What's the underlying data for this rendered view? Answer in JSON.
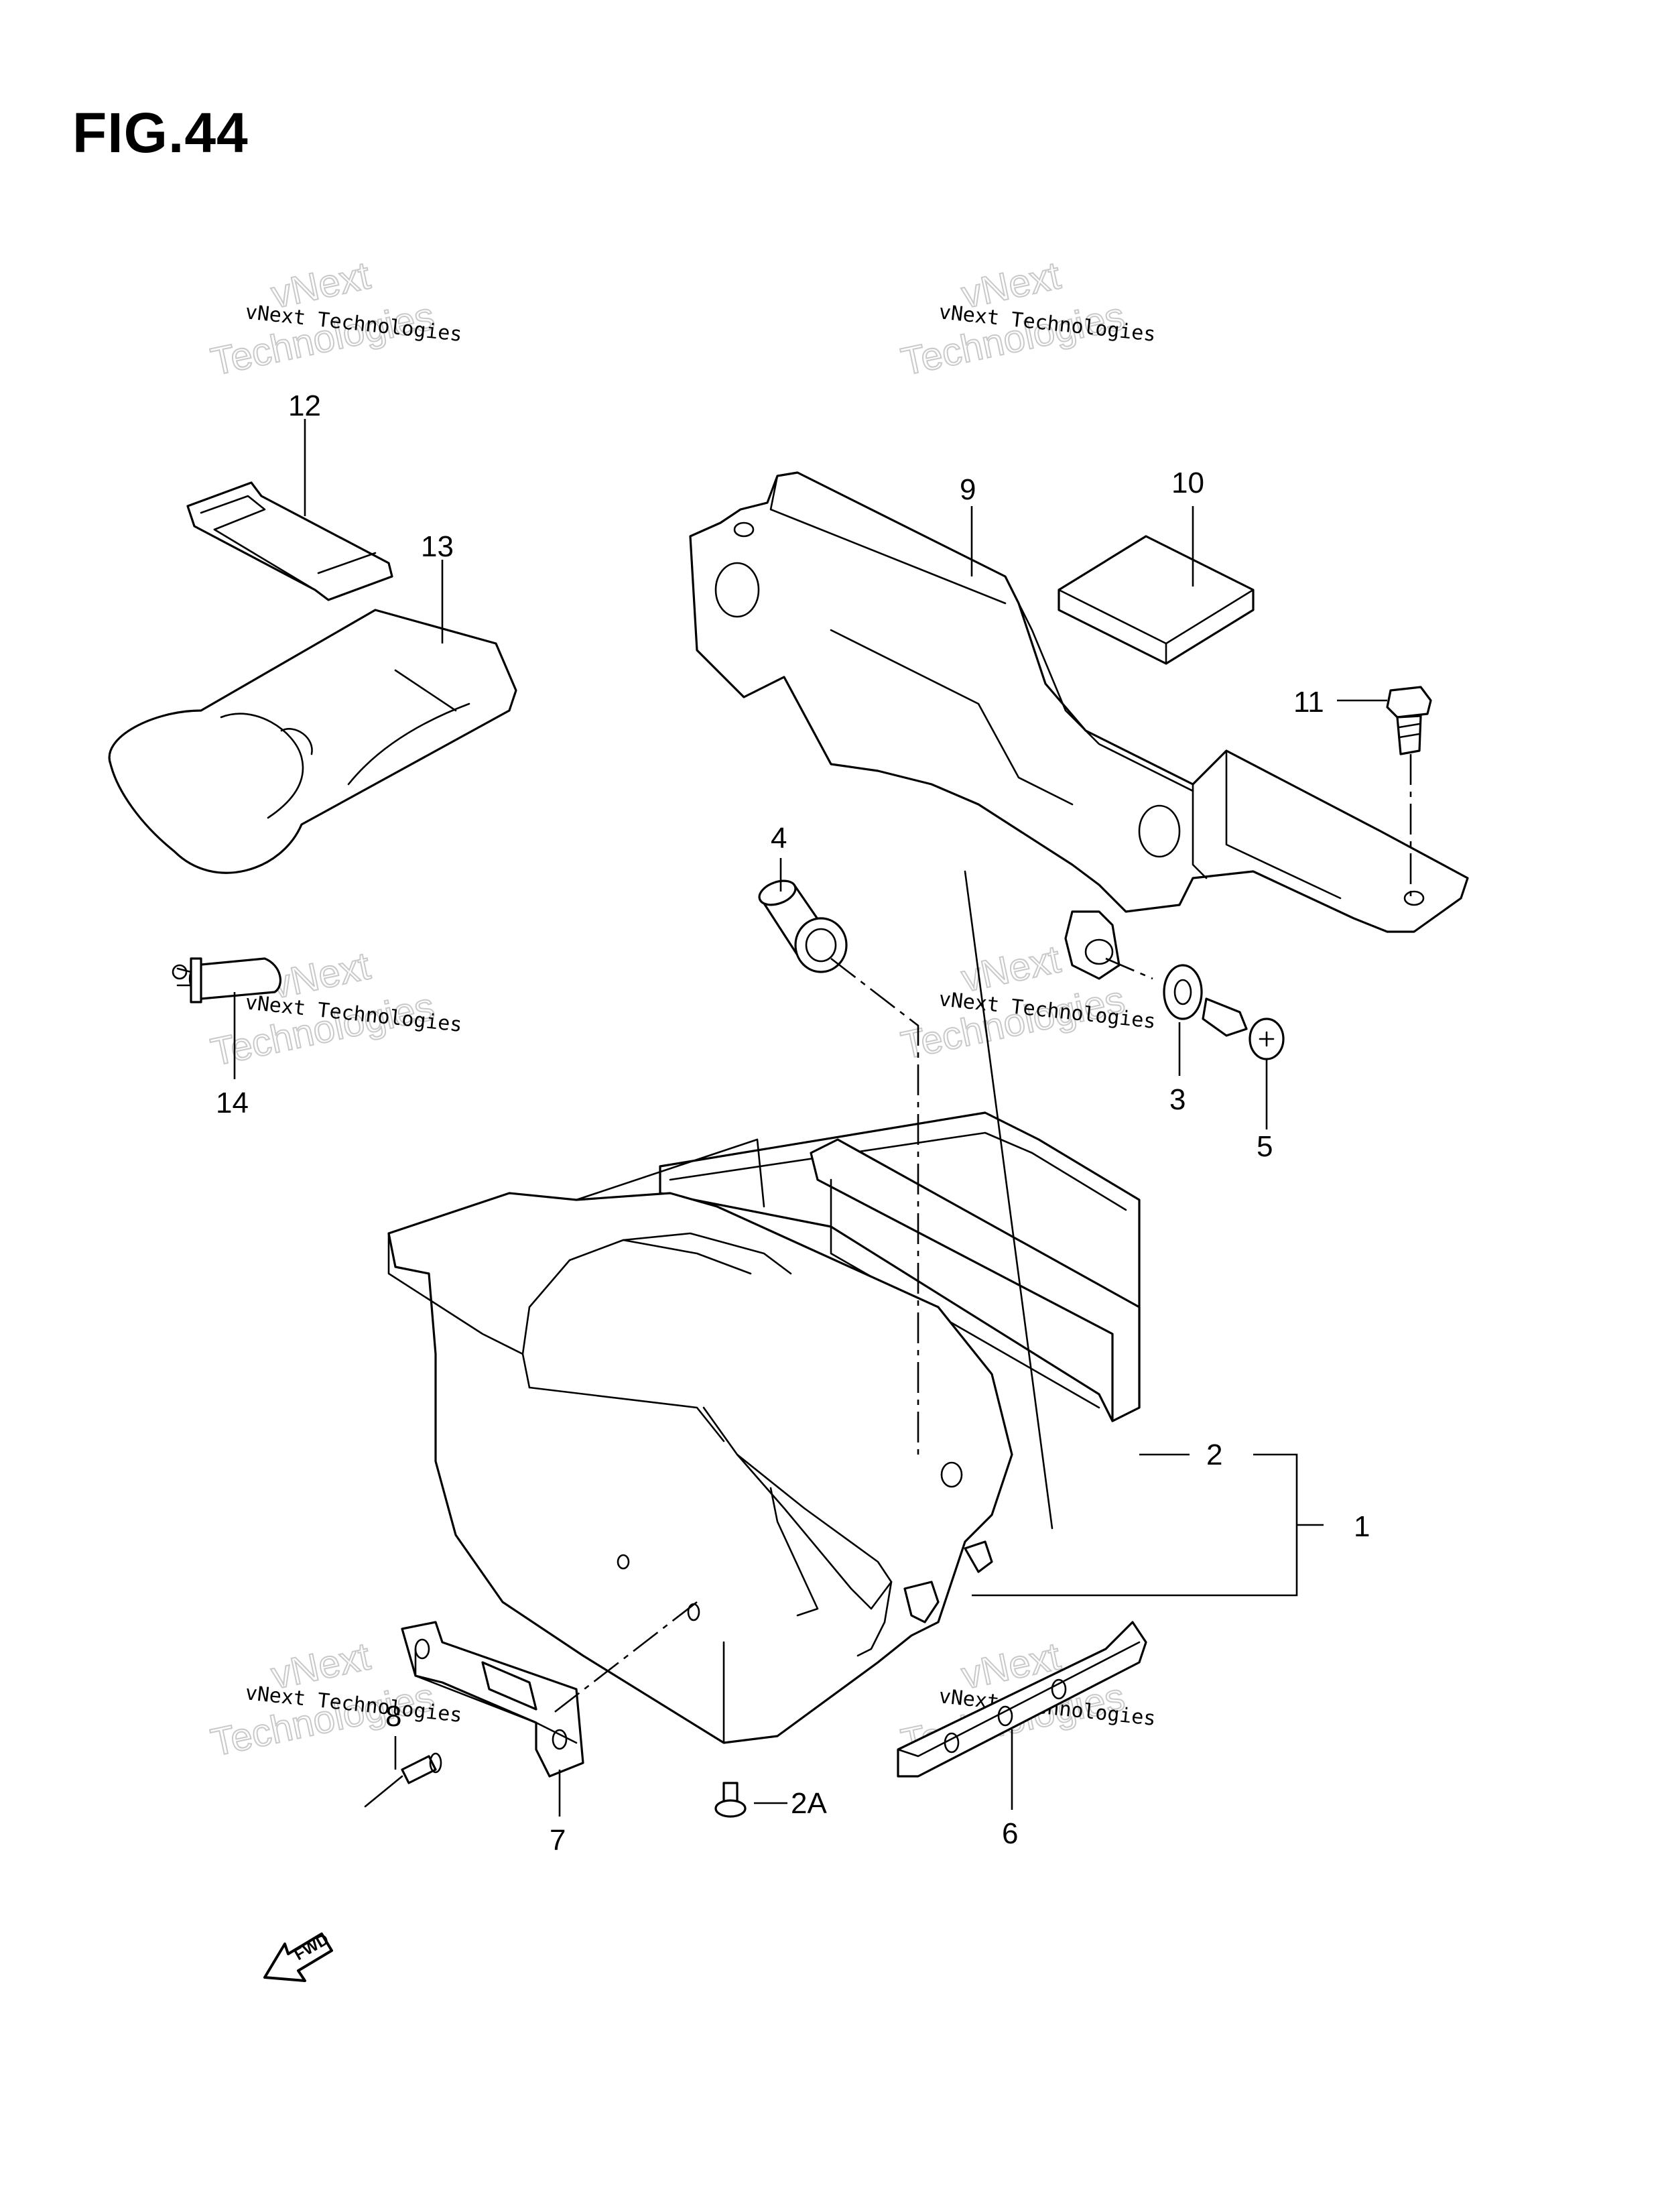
{
  "figure": {
    "title": "FIG.44"
  },
  "callouts": {
    "c1": "1",
    "c2": "2",
    "c2a": "2A",
    "c3": "3",
    "c4": "4",
    "c5": "5",
    "c6": "6",
    "c7": "7",
    "c8": "8",
    "c9": "9",
    "c10": "10",
    "c11": "11",
    "c12": "12",
    "c13": "13",
    "c14": "14"
  },
  "watermark": {
    "line1": "vNext",
    "line2": "Technologies",
    "small": "vNext Technologies"
  },
  "fwd_label": "FWD"
}
